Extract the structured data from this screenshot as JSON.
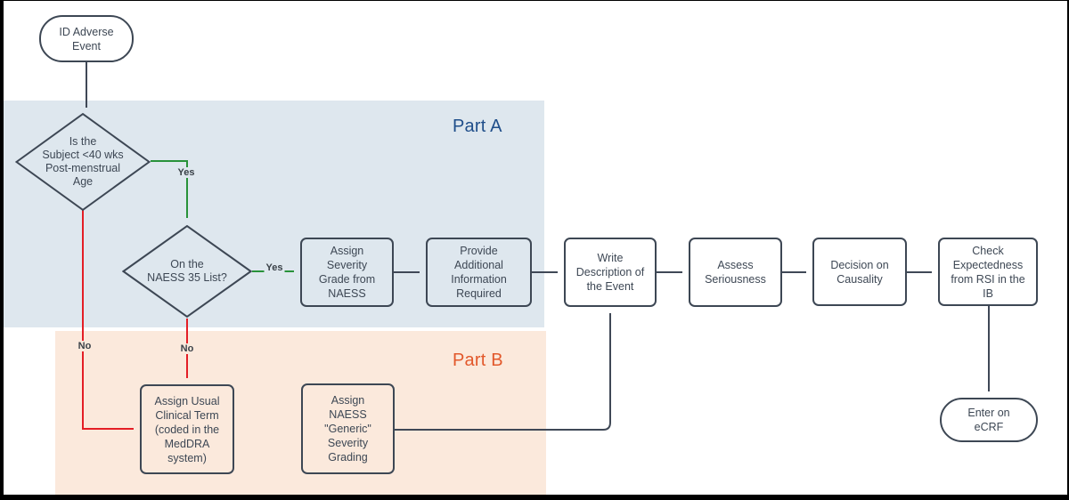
{
  "regions": {
    "a": {
      "label": "Part A",
      "bg": "#dee7ee",
      "label_color": "#1f4e8a"
    },
    "b": {
      "label": "Part B",
      "bg": "#fbe9dc",
      "label_color": "#e2582b"
    }
  },
  "edge_colors": {
    "default": "#3f4856",
    "yes": "#28923a",
    "no": "#e41e26"
  },
  "nodes": {
    "start": {
      "label": "ID Adverse\nEvent",
      "type": "terminator"
    },
    "decision_age": {
      "label": "Is the\nSubject <40 wks\nPost-menstrual\nAge",
      "type": "decision"
    },
    "decision_naess": {
      "label": "On the\nNAESS 35 List?",
      "type": "decision"
    },
    "assign_severity": {
      "label": "Assign\nSeverity\nGrade from\nNAESS",
      "type": "process"
    },
    "provide_info": {
      "label": "Provide\nAdditional\nInformation\nRequired",
      "type": "process"
    },
    "write_description": {
      "label": "Write\nDescription of\nthe Event",
      "type": "process"
    },
    "assess_seriousness": {
      "label": "Assess\nSeriousness",
      "type": "process"
    },
    "decision_causality": {
      "label": "Decision on\nCausality",
      "type": "process"
    },
    "check_expectedness": {
      "label": "Check\nExpectedness\nfrom RSI in the\nIB",
      "type": "process"
    },
    "assign_clinical_term": {
      "label": "Assign Usual\nClinical Term\n(coded in the\nMedDRA\nsystem)",
      "type": "process"
    },
    "assign_generic_severity": {
      "label": "Assign\nNAESS\n\"Generic\"\nSeverity\nGrading",
      "type": "process"
    },
    "end": {
      "label": "Enter on\neCRF",
      "type": "terminator"
    }
  },
  "edge_labels": {
    "yes_age": "Yes",
    "yes_naess": "Yes",
    "no_age": "No",
    "no_naess": "No"
  }
}
